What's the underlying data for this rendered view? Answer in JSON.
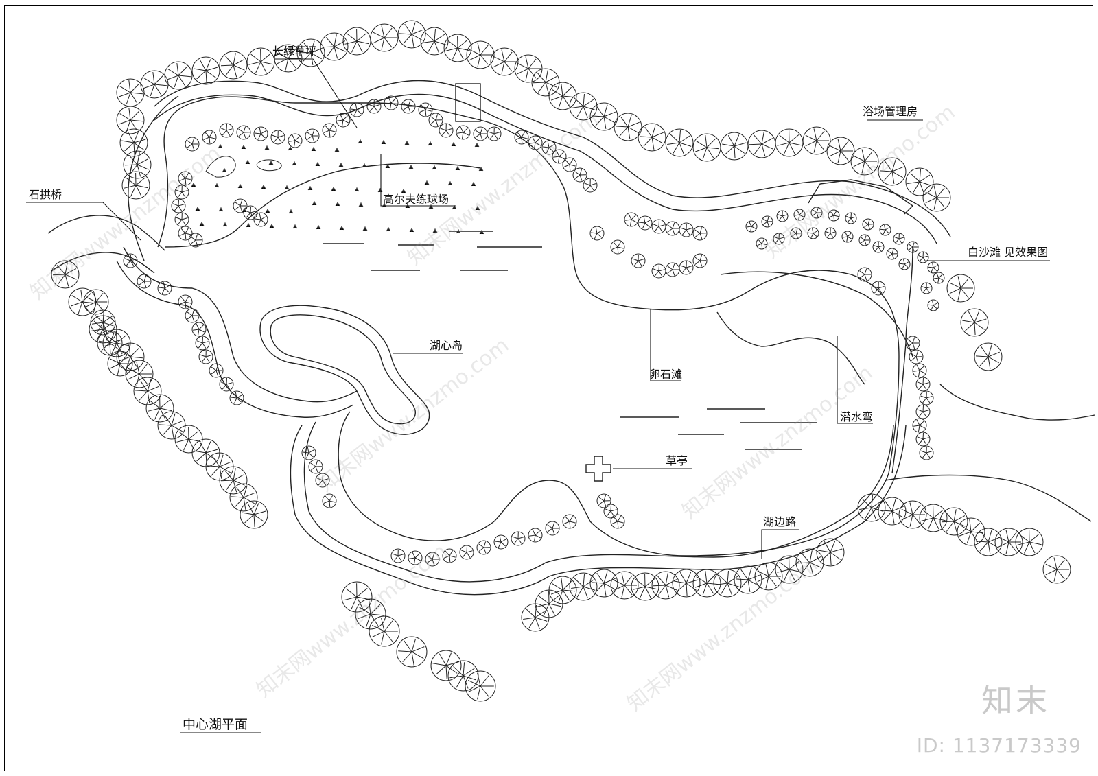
{
  "title": "中心湖平面",
  "labels": {
    "lawn": "长绿草坪",
    "bridge": "石拱桥",
    "golf": "高尔夫练球场",
    "bathhouse": "浴场管理房",
    "sand_beach": "白沙滩 见效果图",
    "island": "湖心岛",
    "pebble_beach": "卵石滩",
    "dive_bay": "潜水弯",
    "pavilion": "草亭",
    "lake_road": "湖边路"
  },
  "watermark": {
    "brand": "知末",
    "id": "ID: 1137173339",
    "site": "知末网www.znzmo.com"
  },
  "colors": {
    "ink": "#111111",
    "watermark": "#c9c9c9"
  }
}
